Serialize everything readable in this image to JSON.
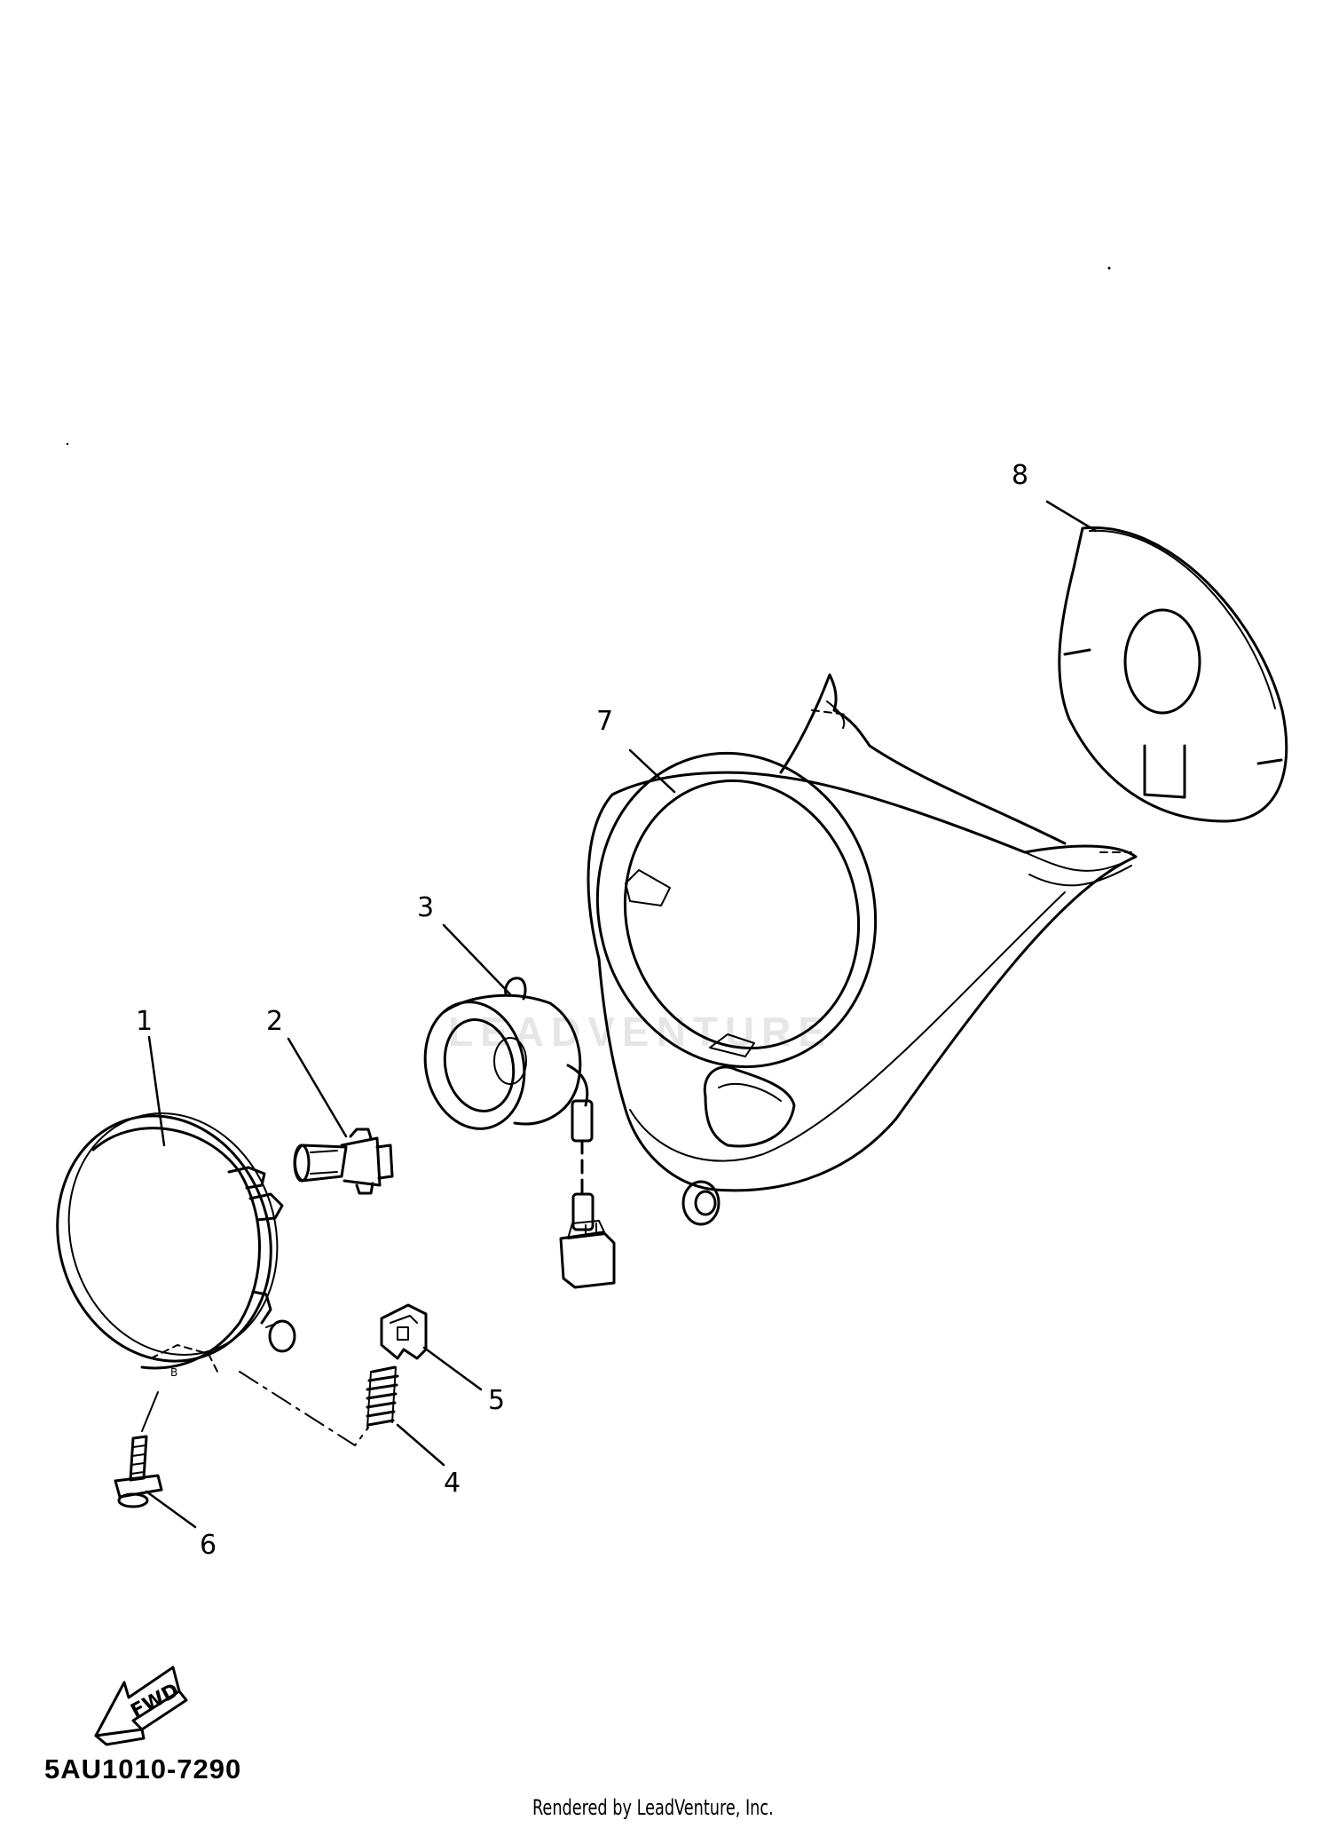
{
  "callouts": [
    {
      "id": 1,
      "label": "1"
    },
    {
      "id": 2,
      "label": "2"
    },
    {
      "id": 3,
      "label": "3"
    },
    {
      "id": 4,
      "label": "4"
    },
    {
      "id": 5,
      "label": "5"
    },
    {
      "id": 6,
      "label": "6"
    },
    {
      "id": 7,
      "label": "7"
    },
    {
      "id": 8,
      "label": "8"
    }
  ],
  "direction_badge": "FWD",
  "diagram_code": "5AU1010-7290",
  "watermark": "LEADVENTURE",
  "footer": "Rendered by LeadVenture, Inc."
}
